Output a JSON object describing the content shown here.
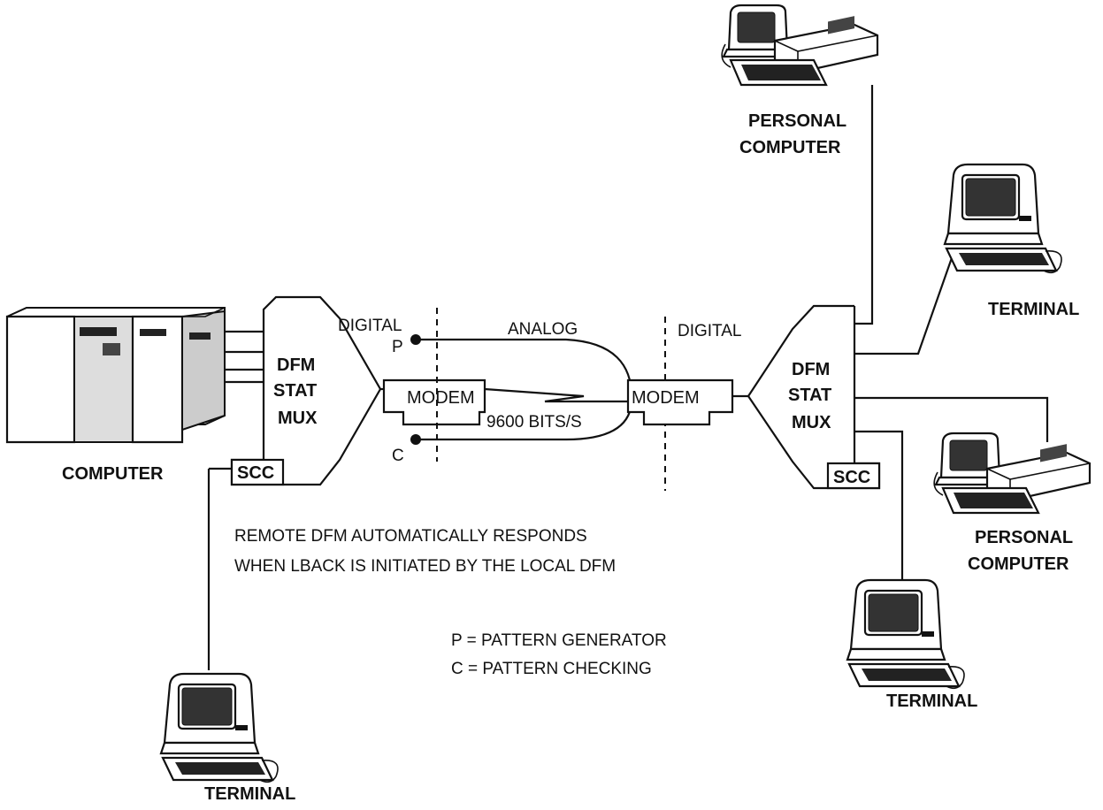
{
  "labels": {
    "computer": "COMPUTER",
    "mux_left": [
      "DFM",
      "STAT",
      "MUX"
    ],
    "mux_right": [
      "DFM",
      "STAT",
      "MUX"
    ],
    "scc": "SCC",
    "modem": "MODEM",
    "digital": "DIGITAL",
    "analog": "ANALOG",
    "p": "P",
    "c": "C",
    "speed": "9600 BITS/S",
    "terminal": "TERMINAL",
    "personal_computer": [
      "PERSONAL",
      "COMPUTER"
    ]
  },
  "note": [
    "REMOTE DFM AUTOMATICALLY RESPONDS",
    "WHEN LBACK IS INITIATED BY THE LOCAL DFM"
  ],
  "legend": [
    "P = PATTERN GENERATOR",
    "C = PATTERN CHECKING"
  ]
}
